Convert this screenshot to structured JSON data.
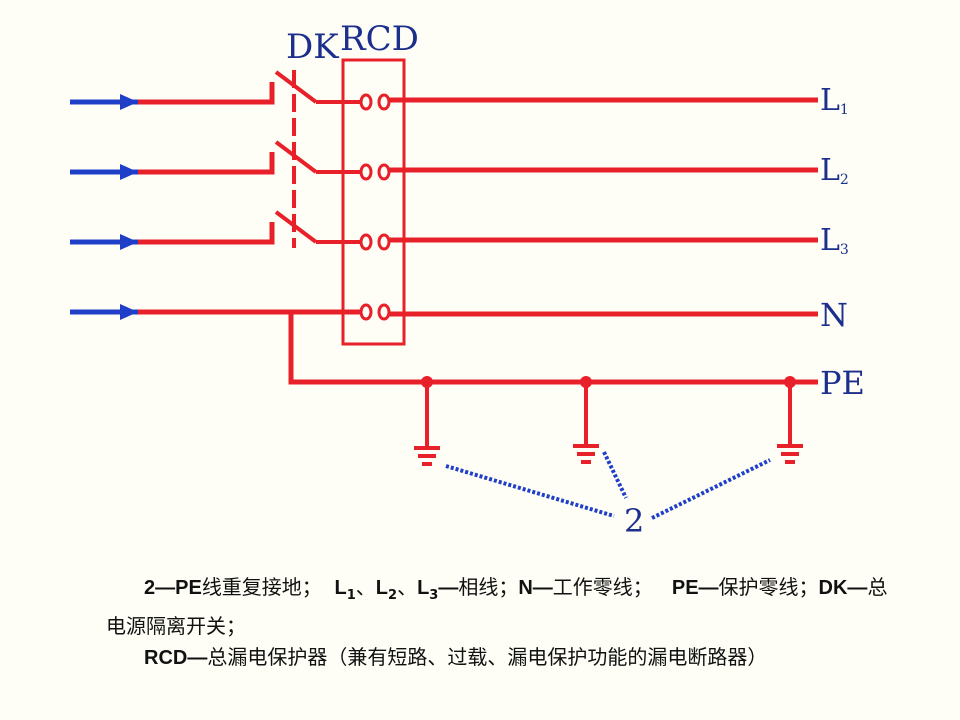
{
  "labels": {
    "dk": "DK",
    "rcd": "RCD",
    "l1_main": "L",
    "l1_sub": "1",
    "l2_main": "L",
    "l2_sub": "2",
    "l3_main": "L",
    "l3_sub": "3",
    "n": "N",
    "pe": "PE",
    "ground_note": "2"
  },
  "caption": {
    "p1_a": "2—PE",
    "p1_b": "线重复接地；",
    "p1_l": "L",
    "p1_s1": "1",
    "p1_sep1": "、",
    "p1_s2": "2",
    "p1_sep2": "、",
    "p1_s3": "3",
    "p1_dash": "—",
    "p1_c": "相线；",
    "p1_n": "N—",
    "p1_d": "工作零线；",
    "p1_pe": "PE—",
    "p1_e": "保护零线；",
    "p1_dk": "DK—",
    "p1_f": "总电源隔离开关；",
    "p2_rcd": "RCD—",
    "p2_text": "总漏电保护器（兼有短路、过载、漏电保护功能的漏电断路器）"
  },
  "colors": {
    "phase_wire": "#e8202a",
    "input_wire": "#1f3fc8",
    "label_ink": "#1c2f8c",
    "background": "#fefef6"
  }
}
